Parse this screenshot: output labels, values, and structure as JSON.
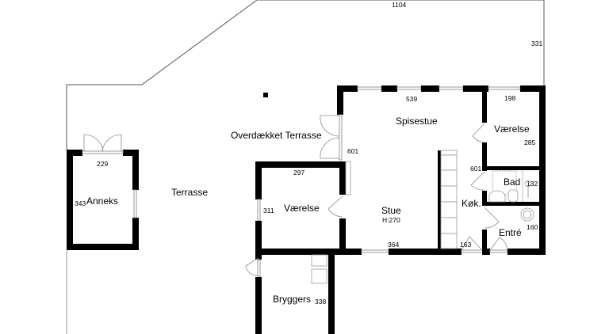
{
  "floorplan": {
    "colors": {
      "wall": "#000000",
      "outline": "#555555",
      "window": "#9a9a9a",
      "background": "#ffffff"
    },
    "rooms": [
      {
        "id": "anneks",
        "label": "Anneks",
        "dimension": "343"
      },
      {
        "id": "terrasse",
        "label": "Terrasse"
      },
      {
        "id": "overdaekket-terrasse",
        "label": "Overdækket Terrasse"
      },
      {
        "id": "spisestue",
        "label": "Spisestue",
        "dimension": "539"
      },
      {
        "id": "vaerelse-1",
        "label": "Værelse",
        "dimension": "198",
        "dimension2": "285"
      },
      {
        "id": "vaerelse-2",
        "label": "Værelse",
        "dimension": "297",
        "dimension2": "311"
      },
      {
        "id": "stue",
        "label": "Stue",
        "height": "H:270",
        "dimension": "364"
      },
      {
        "id": "koekken",
        "label": "Køk.",
        "dimension": "163"
      },
      {
        "id": "bad",
        "label": "Bad",
        "dimension": "132"
      },
      {
        "id": "entre",
        "label": "Entré",
        "dimension": "160"
      },
      {
        "id": "bryggers",
        "label": "Bryggers",
        "dimension": "338"
      }
    ],
    "dimensions": {
      "outer_top": "1104",
      "outer_right": "331",
      "anneks_width": "229",
      "spisestue_depth": "601",
      "koekken_depth": "601"
    }
  }
}
